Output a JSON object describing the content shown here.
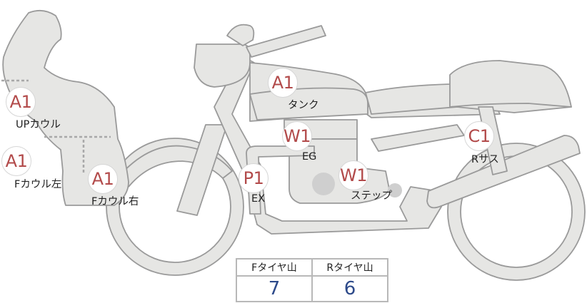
{
  "markers": {
    "up_cowl": {
      "code": "A1",
      "label": "UPカウル"
    },
    "f_cowl_left": {
      "code": "A1",
      "label": "Fカウル左"
    },
    "f_cowl_right": {
      "code": "A1",
      "label": "Fカウル右"
    },
    "tank": {
      "code": "A1",
      "label": "タンク"
    },
    "engine": {
      "code": "W1",
      "label": "EG"
    },
    "exhaust": {
      "code": "P1",
      "label": "EX"
    },
    "step": {
      "code": "W1",
      "label": "ステップ"
    },
    "rear_suspension": {
      "code": "C1",
      "label": "Rサス"
    }
  },
  "tire_table": {
    "front_header": "Fタイヤ山",
    "rear_header": "Rタイヤ山",
    "front_value": "7",
    "rear_value": "6"
  }
}
